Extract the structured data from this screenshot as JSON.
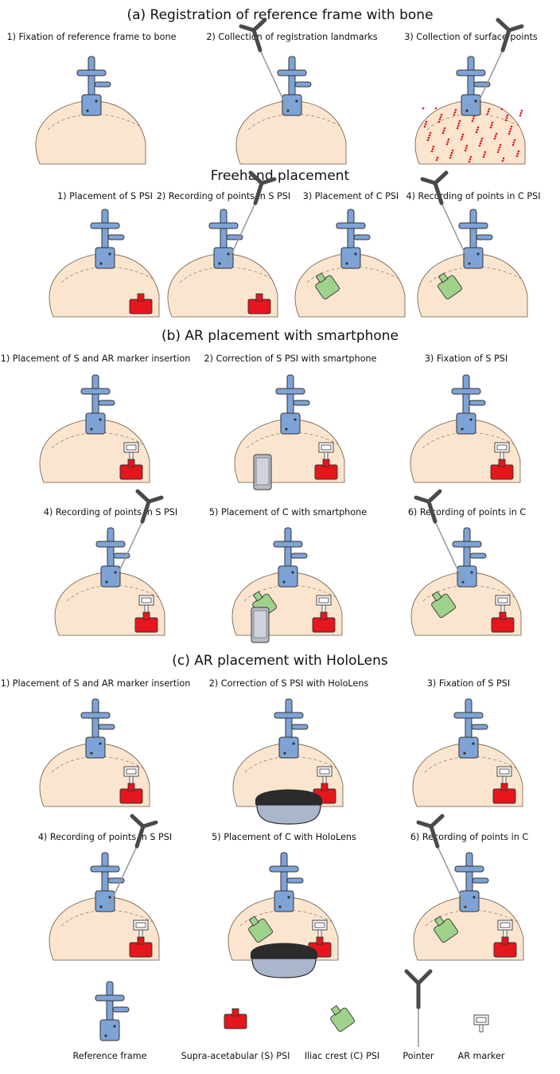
{
  "colors": {
    "bone": "#fbe5cf",
    "reference_frame": "#7ea3d6",
    "s_psi": "#e5161c",
    "c_psi": "#9fd28a",
    "pointer": "#4a4a4a",
    "surface_points": "#e5161c"
  },
  "sections": [
    {
      "title": "(a) Registration of reference frame with bone",
      "rows": [
        {
          "steps": [
            {
              "label": "1) Fixation of reference frame to bone",
              "frame": true,
              "pointer": "none",
              "s_psi": false,
              "c_psi": false,
              "ar_marker": false,
              "device": "none",
              "points": false
            },
            {
              "label": "2) Collection of registration landmarks",
              "frame": true,
              "pointer": "left",
              "s_psi": false,
              "c_psi": false,
              "ar_marker": false,
              "device": "none",
              "points": false
            },
            {
              "label": "3) Collection of surface points",
              "frame": true,
              "pointer": "right",
              "s_psi": false,
              "c_psi": false,
              "ar_marker": false,
              "device": "none",
              "points": true
            }
          ]
        }
      ]
    },
    {
      "title": "Freehand placement",
      "rows": [
        {
          "steps": [
            {
              "label": "1) Placement of S PSI",
              "frame": true,
              "pointer": "none",
              "s_psi": true,
              "c_psi": false,
              "ar_marker": false,
              "device": "none",
              "points": false
            },
            {
              "label": "2) Recording of points in S PSI",
              "frame": true,
              "pointer": "right",
              "s_psi": true,
              "c_psi": false,
              "ar_marker": false,
              "device": "none",
              "points": false
            },
            {
              "label": "3) Placement of C PSI",
              "frame": true,
              "pointer": "none",
              "s_psi": false,
              "c_psi": true,
              "ar_marker": false,
              "device": "none",
              "points": false
            },
            {
              "label": "4) Recording of points in C PSI",
              "frame": true,
              "pointer": "left",
              "s_psi": false,
              "c_psi": true,
              "ar_marker": false,
              "device": "none",
              "points": false
            }
          ]
        }
      ]
    },
    {
      "title": "(b) AR placement with smartphone",
      "rows": [
        {
          "steps": [
            {
              "label": "1) Placement of S and AR marker insertion",
              "frame": true,
              "pointer": "none",
              "s_psi": true,
              "c_psi": false,
              "ar_marker": true,
              "device": "none",
              "points": false
            },
            {
              "label": "2) Correction of S PSI with smartphone",
              "frame": true,
              "pointer": "none",
              "s_psi": true,
              "c_psi": false,
              "ar_marker": true,
              "device": "phone",
              "points": false
            },
            {
              "label": "3) Fixation of S PSI",
              "frame": true,
              "pointer": "none",
              "s_psi": true,
              "c_psi": false,
              "ar_marker": true,
              "device": "none",
              "points": false
            }
          ]
        },
        {
          "steps": [
            {
              "label": "4) Recording of points in S PSI",
              "frame": true,
              "pointer": "right",
              "s_psi": true,
              "c_psi": false,
              "ar_marker": true,
              "device": "none",
              "points": false
            },
            {
              "label": "5) Placement of C with smartphone",
              "frame": true,
              "pointer": "none",
              "s_psi": true,
              "c_psi": true,
              "ar_marker": true,
              "device": "phone",
              "points": false
            },
            {
              "label": "6) Recording of points in C",
              "frame": true,
              "pointer": "left",
              "s_psi": true,
              "c_psi": true,
              "ar_marker": true,
              "device": "none",
              "points": false
            }
          ]
        }
      ]
    },
    {
      "title": "(c) AR placement with HoloLens",
      "rows": [
        {
          "steps": [
            {
              "label": "1) Placement of S and AR marker insertion",
              "frame": true,
              "pointer": "none",
              "s_psi": true,
              "c_psi": false,
              "ar_marker": true,
              "device": "none",
              "points": false
            },
            {
              "label": "2) Correction of S PSI with HoloLens",
              "frame": true,
              "pointer": "none",
              "s_psi": true,
              "c_psi": false,
              "ar_marker": true,
              "device": "hololens",
              "points": false
            },
            {
              "label": "3) Fixation of S PSI",
              "frame": true,
              "pointer": "none",
              "s_psi": true,
              "c_psi": false,
              "ar_marker": true,
              "device": "none",
              "points": false
            }
          ]
        },
        {
          "steps": [
            {
              "label": "4) Recording of points in S PSI",
              "frame": true,
              "pointer": "right",
              "s_psi": true,
              "c_psi": false,
              "ar_marker": true,
              "device": "none",
              "points": false
            },
            {
              "label": "5) Placement of C with HoloLens",
              "frame": true,
              "pointer": "none",
              "s_psi": true,
              "c_psi": true,
              "ar_marker": true,
              "device": "hololens",
              "points": false
            },
            {
              "label": "6) Recording of points in C",
              "frame": true,
              "pointer": "left",
              "s_psi": true,
              "c_psi": true,
              "ar_marker": true,
              "device": "none",
              "points": false
            }
          ]
        }
      ]
    }
  ],
  "legend": [
    {
      "label": "Reference frame",
      "icon": "reference-frame"
    },
    {
      "label": "Supra-acetabular (S) PSI",
      "icon": "s-psi"
    },
    {
      "label": "Iliac crest (C) PSI",
      "icon": "c-psi"
    },
    {
      "label": "Pointer",
      "icon": "pointer"
    },
    {
      "label": "AR marker",
      "icon": "ar-marker"
    }
  ]
}
